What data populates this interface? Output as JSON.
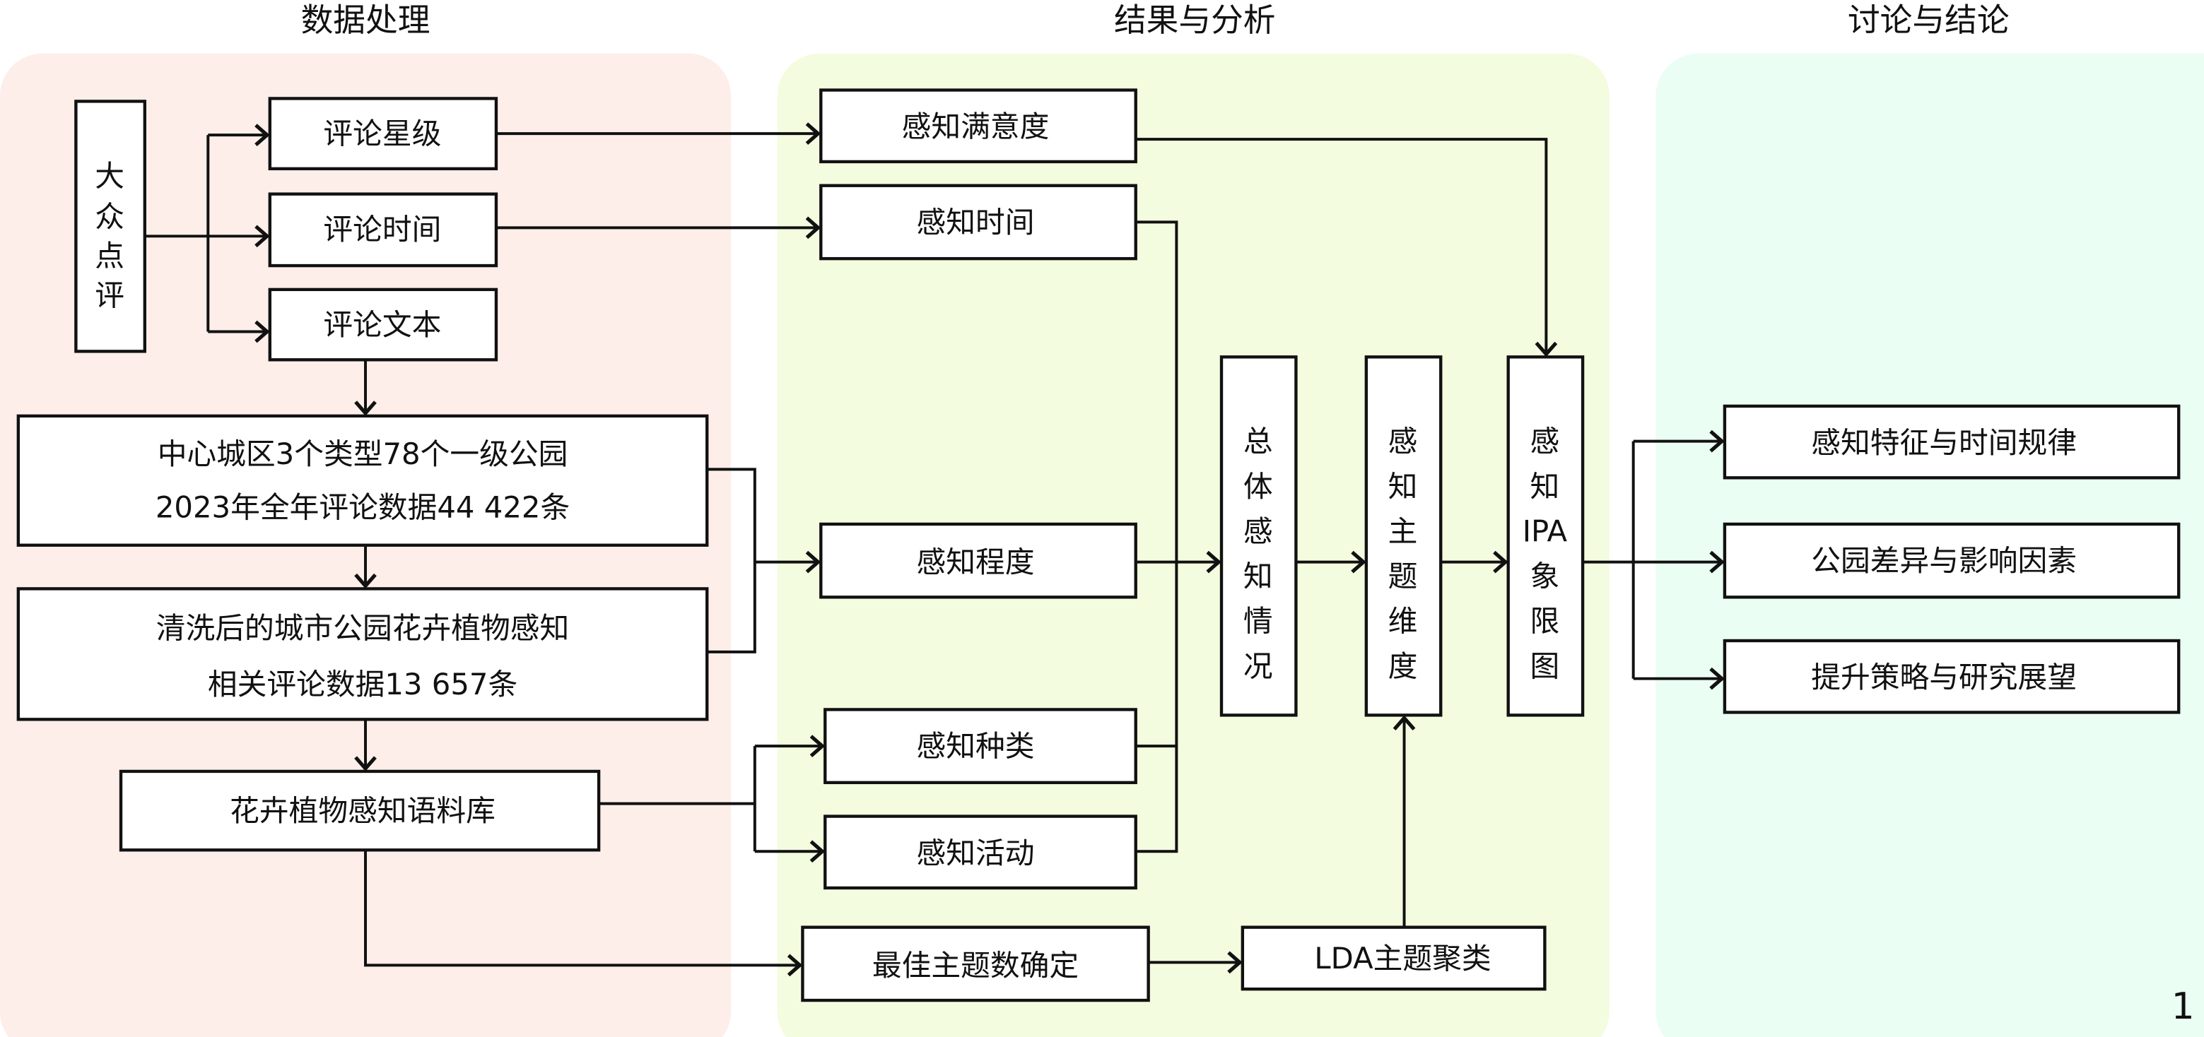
{
  "sections": [
    {
      "title": "数据处理",
      "color": "#FDEEE9"
    },
    {
      "title": "结果与分析",
      "color": "#F4FCDF"
    },
    {
      "title": "讨论与结论",
      "color": "#EBFEF3"
    }
  ],
  "data_processing": {
    "source": "大众点评",
    "review_stars": "评论星级",
    "review_time": "评论时间",
    "review_text": "评论文本",
    "raw_data_line1": "中心城区3个类型78个一级公园",
    "raw_data_line2": "2023年全年评论数据44 422条",
    "cleaned_line1": "清洗后的城市公园花卉植物感知",
    "cleaned_line2": "相关评论数据13 657条",
    "corpus": "花卉植物感知语料库"
  },
  "results": {
    "satisfaction": "感知满意度",
    "time": "感知时间",
    "degree": "感知程度",
    "species": "感知种类",
    "activity": "感知活动",
    "best_topic_num": "最佳主题数确定",
    "lda": "LDA主题聚类",
    "overall": [
      "总",
      "体",
      "感",
      "知",
      "情",
      "况"
    ],
    "theme_dims": [
      "感",
      "知",
      "主",
      "题",
      "维",
      "度"
    ],
    "ipa": [
      "感",
      "知",
      "IPA",
      "象",
      "限",
      "图"
    ]
  },
  "conclusions": {
    "items": [
      "感知特征与时间规律",
      "公园差异与影响因素",
      "提升策略与研究展望"
    ]
  },
  "page_number": "1"
}
